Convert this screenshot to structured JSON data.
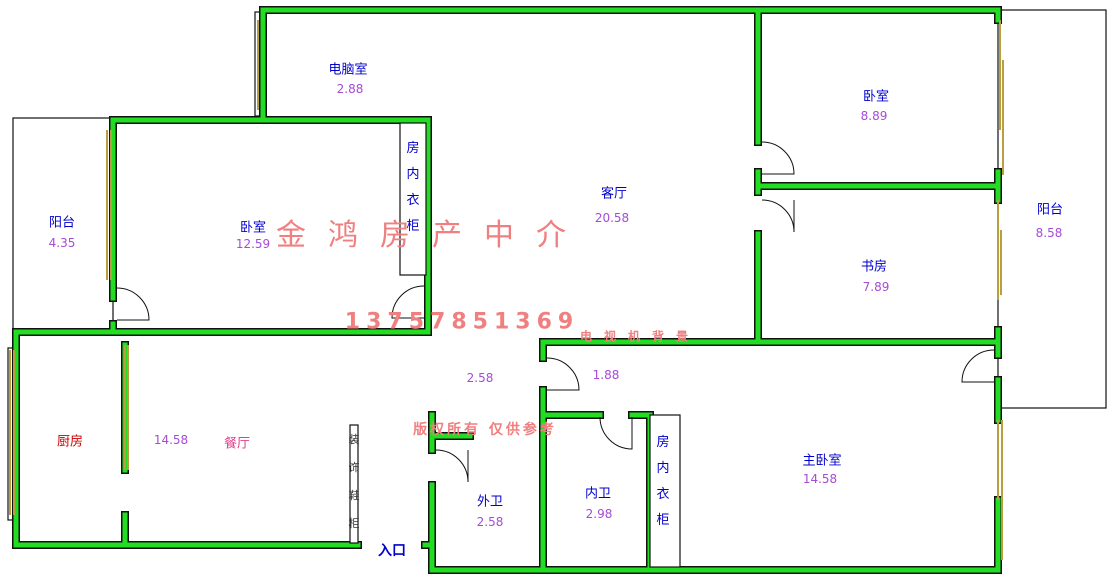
{
  "rooms": {
    "computer_room": {
      "name": "电脑室",
      "area": "2.88"
    },
    "bedroom_ne": {
      "name": "卧室",
      "area": "8.89"
    },
    "living_room": {
      "name": "客厅",
      "area": "20.58"
    },
    "balcony_east": {
      "name": "阳台",
      "area": "8.58"
    },
    "balcony_west": {
      "name": "阳台",
      "area": "4.35"
    },
    "bedroom_w": {
      "name": "卧室",
      "area": "12.59"
    },
    "study": {
      "name": "书房",
      "area": "7.89"
    },
    "kitchen": {
      "name": "厨房",
      "area": "14.58"
    },
    "dining_room": {
      "name": "餐厅"
    },
    "outer_bath": {
      "name": "外卫",
      "area": "2.58"
    },
    "inner_bath": {
      "name": "内卫",
      "area": "2.98"
    },
    "master_bedroom": {
      "name": "主卧室",
      "area": "14.58"
    }
  },
  "wardrobes": {
    "upper": [
      "房",
      "内",
      "衣",
      "柜"
    ],
    "lower": [
      "房",
      "内",
      "衣",
      "柜"
    ]
  },
  "shoe_cabinet": [
    "装",
    "饰",
    "鞋",
    "柜"
  ],
  "misc_areas": {
    "corridor": "2.58",
    "passage": "1.88"
  },
  "entrance": "入口",
  "watermarks": {
    "agency": "金鸿房产中介",
    "phone": "13757851369",
    "tv_wall": "电视机背景",
    "copyright": "版权所有 仅供参考"
  },
  "colors": {
    "wall": "#22dd22",
    "wall_outline": "#111111",
    "area": "#a64bd6",
    "label": "#0000cc",
    "watermark": "#f08080"
  }
}
